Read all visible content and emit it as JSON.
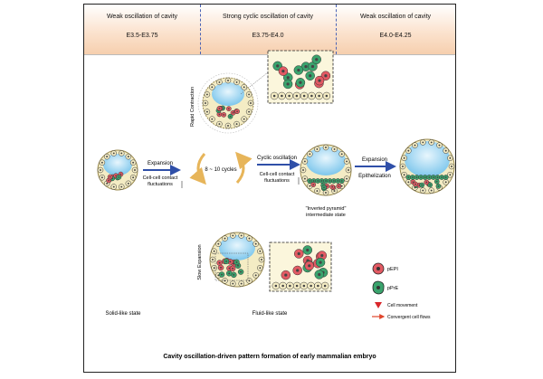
{
  "header": {
    "columns": [
      {
        "title": "Weak oscillation of cavity",
        "range": "E3.5-E3.75"
      },
      {
        "title": "Strong cyclic oscillation of cavity",
        "range": "E3.75-E4.0"
      },
      {
        "title": "Weak oscillation of cavity",
        "range": "E4.0-E4.25"
      }
    ]
  },
  "labels": {
    "rapid_contraction": "Rapid Contraction",
    "expansion_1": "Expansion",
    "contact_1a": "Cell-cell contact",
    "contact_1b": "fluctuations",
    "cycles": "8 ~ 10 cycles",
    "cyclic_oscillation": "Cyclic oscillation",
    "contact_2a": "Cell-cell contact",
    "contact_2b": "fluctuations",
    "expansion_2": "Expansion",
    "epithelization": "Epithelization",
    "inverted_pyramid": "\"Inverted pyramid\"",
    "intermediate_state": "intermediate state",
    "slow_expansion": "Slow Expansion",
    "solid_state": "Solid-like state",
    "fluid_state": "Fluid-like state",
    "caption": "Cavity oscillation-driven pattern formation of early mammalian embryo"
  },
  "legend": [
    {
      "label": "pEPI",
      "color": "#e25a63"
    },
    {
      "label": "pPrE",
      "color": "#3aa36d"
    },
    {
      "label": "Cell movement",
      "color": "#d9262a"
    },
    {
      "label": "Convergent cell flows",
      "color": "#e0452b"
    }
  ],
  "colors": {
    "cavity": "#8fd0f0",
    "epi": "#e25a63",
    "pre": "#3aa36d",
    "te": "#f4ecc4",
    "arrow": "#2f4fa8",
    "cycle_arrow": "#e7b55a",
    "header_accent": "#f6cfae"
  }
}
